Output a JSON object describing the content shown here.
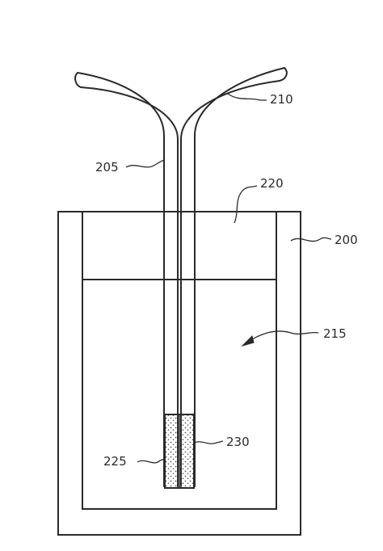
{
  "figure": {
    "labels": {
      "l200": "200",
      "l205": "205",
      "l210": "210",
      "l215": "215",
      "l220": "220",
      "l225": "225",
      "l230": "230"
    },
    "colors": {
      "stroke": "#2a2a2a",
      "background": "#ffffff",
      "fill_dots": "#555555"
    }
  }
}
